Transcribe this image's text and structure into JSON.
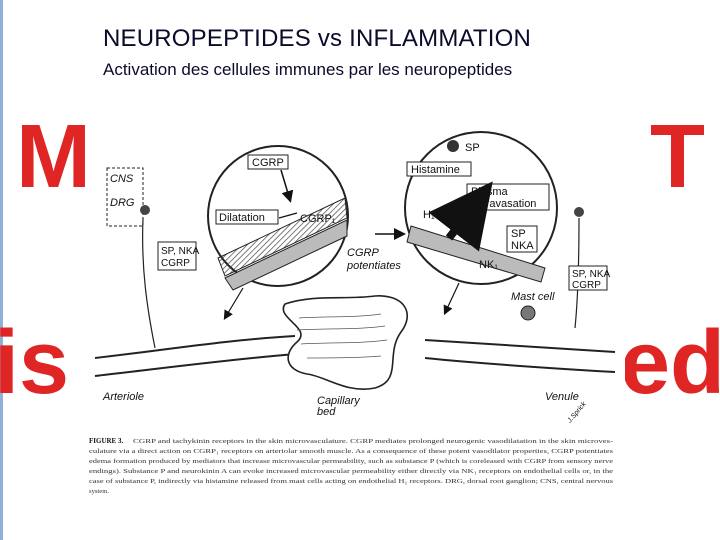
{
  "header": {
    "title": "NEUROPEPTIDES vs INFLAMMATION",
    "subtitle": "Activation des cellules immunes par les neuropeptides"
  },
  "watermark": {
    "top_left": "M",
    "top_right": "T",
    "bottom_left": "is",
    "bottom_right": "ed",
    "color": "#e02525"
  },
  "diagram": {
    "labels": {
      "cns": "CNS",
      "drg": "DRG",
      "sp_nka_cgrp_left": "SP, NKA",
      "sp_nka_cgrp_left_2": "CGRP",
      "cgrp": "CGRP",
      "dilatation": "Dilatation",
      "cgrp1": "CGRP₁",
      "cgrp_potentiates": "CGRP",
      "cgrp_potentiates_2": "potentiates",
      "sp": "SP",
      "histamine": "Histamine",
      "plasma": "Plasma",
      "extravasation": "extravasation",
      "h1": "H₁",
      "sp_nka": "SP",
      "sp_nka_2": "NKA",
      "nk1": "NK₁",
      "sp_nka_cgrp_right": "SP, NKA",
      "sp_nka_cgrp_right_2": "CGRP",
      "mast_cell": "Mast cell",
      "arteriole": "Arteriole",
      "venule": "Venule",
      "capillary": "Capillary",
      "capillary_2": "bed",
      "signature": "J.Sprick"
    },
    "caption": {
      "figure_label": "FIGURE 3.",
      "lines": [
        "CGRP and tachykinin receptors in the skin microvasculature. CGRP mediates prolonged neurogenic vasodilatation in the skin microves-",
        "culature via a direct action on CGRP₁ receptors on arteriolar smooth muscle. As a consequence of these potent vasodilator properties, CGRP potentiates",
        "edema formation produced by mediators that increase microvascular permeability, such as substance P (which is coreleased with CGRP from sensory nerve",
        "endings). Substance P and neurokinin A can evoke increased microvascular permeability either directly via NK₁ receptors on endothelial cells or, in the",
        "case of substance P, indirectly via histamine released from mast cells acting on endothelial H₁ receptors. DRG, dorsal root ganglion; CNS, central nervous",
        "system."
      ]
    }
  }
}
